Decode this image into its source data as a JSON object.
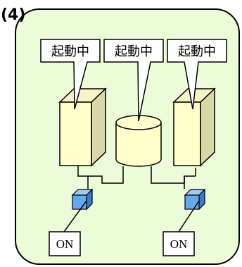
{
  "figure_label": "(4)",
  "callouts": [
    {
      "text": "起動中"
    },
    {
      "text": "起動中"
    },
    {
      "text": "起動中"
    }
  ],
  "switches": [
    {
      "text": "ON"
    },
    {
      "text": "ON"
    }
  ],
  "colors": {
    "panel_fill": "#ecfbd8",
    "server_front": "#ffffcc",
    "server_top": "#f4f4c6",
    "server_side": "#d8d8a8",
    "storage_fill": "#ffffcc",
    "switch_front": "#66a8ee",
    "switch_top": "#9ecbf6",
    "switch_side": "#3a7dc9",
    "line": "#000000"
  }
}
